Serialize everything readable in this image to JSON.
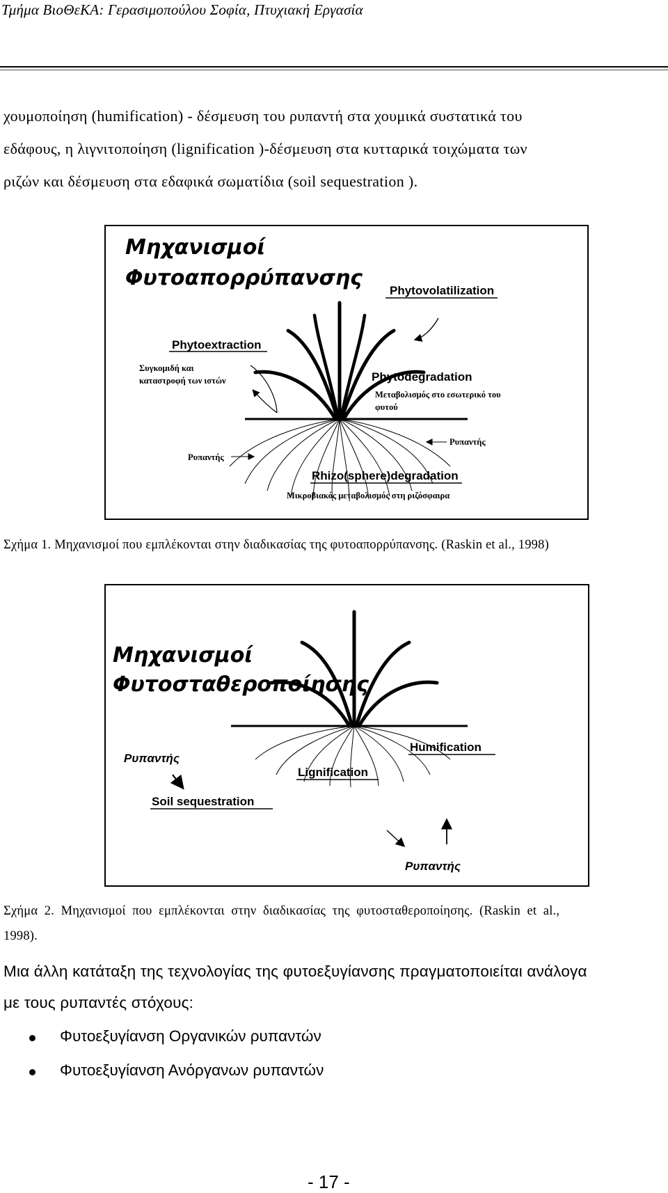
{
  "header": {
    "text": "Τμήμα ΒιοΘεΚΑ: Γερασιμοπούλου Σοφία, Πτυχιακή Εργασία"
  },
  "intro_lines": [
    "χουμοποίηση (humification) - δέσμευση του ρυπαντή στα χουμικά συστατικά του",
    "εδάφους, η λιγνιτοποίηση (lignification )-δέσμευση στα κυτταρικά τοιχώματα των",
    "ριζών και δέσμευση στα εδαφικά σωματίδια (soil sequestration )."
  ],
  "figure1": {
    "title_line1": "Μηχανισμοί",
    "title_line2": "Φυτοαπορρύπανσης",
    "label_phytovolatilization": "Phytovolatilization",
    "label_phytoextraction": "Phytoextraction",
    "sublabel_phytoextraction_1": "Συγκομιδή και",
    "sublabel_phytoextraction_2": "καταστροφή των ιστών",
    "label_phytodegradation": "Phytodegradation",
    "sublabel_phytodegradation_1": "Μεταβολισμός στο εσωτερικό του",
    "sublabel_phytodegradation_2": "φυτού",
    "label_pollutant_left": "Ρυπαντής",
    "label_pollutant_right": "Ρυπαντής",
    "label_rhizodegradation": "Rhizo(sphere)degradation",
    "sublabel_rhizodegradation": "Μικροβιακός μεταβολισμός στη ριζόσφαιρα",
    "caption": "Σχήμα 1. Μηχανισμοί που εμπλέκονται στην διαδικασίας της φυτοαπορρύπανσης. (Raskin et al., 1998)"
  },
  "figure2": {
    "title_line1": "Μηχανισμοί",
    "title_line2": "Φυτοσταθεροποίησης",
    "label_pollutant_top": "Ρυπαντής",
    "label_soil_sequestration": "Soil sequestration",
    "label_lignification": "Lignification",
    "label_humification": "Humification",
    "label_pollutant_bottom": "Ρυπαντής",
    "caption_line1": "Σχήμα 2. Μηχανισμοί που εμπλέκονται στην διαδικασίας της φυτοσταθεροποίησης. (Raskin et al.,",
    "caption_line2": "1998)."
  },
  "paragraph_lines": [
    "Μια άλλη κατάταξη της τεχνολογίας της φυτοεξυγίανσης πραγματοποιείται ανάλογα",
    "με τους ρυπαντές στόχους:"
  ],
  "bullets": [
    "Φυτοεξυγίανση Οργανικών ρυπαντών",
    "Φυτοεξυγίανση Ανόργανων ρυπαντών"
  ],
  "page_number": "- 17 -"
}
